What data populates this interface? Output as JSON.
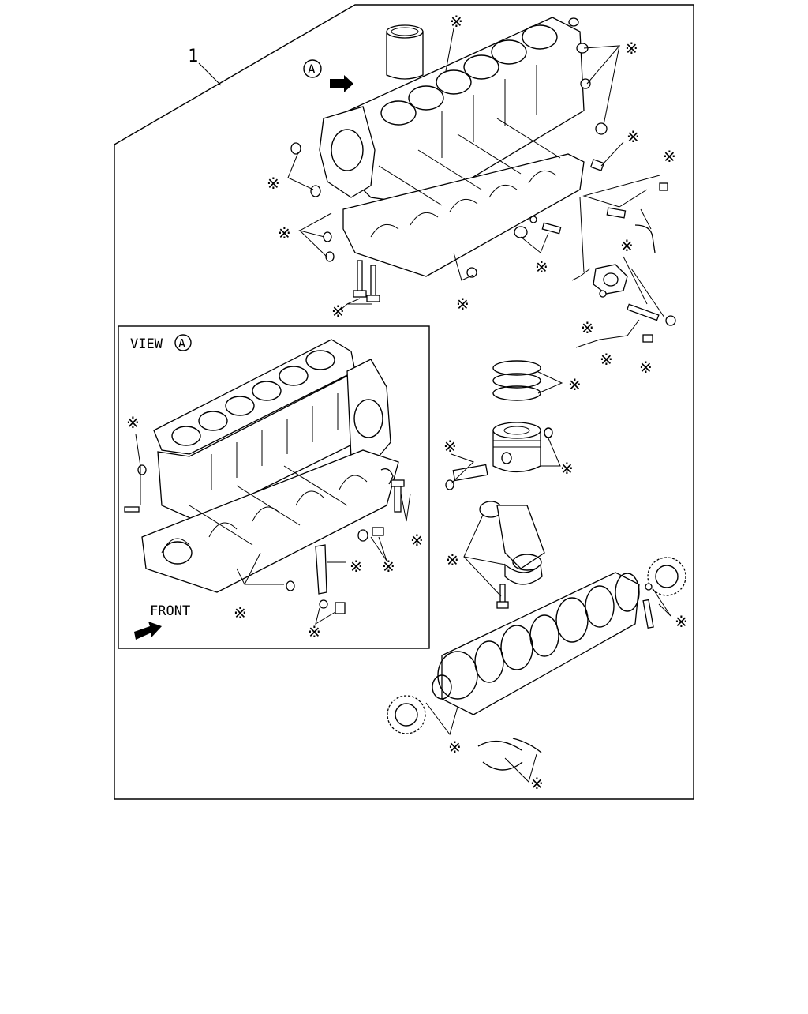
{
  "diagram": {
    "item_number": "1",
    "view_marker": "A",
    "view_label": "VIEW",
    "front_label": "FRONT",
    "asterisk": "※",
    "colors": {
      "line": "#000000",
      "background": "#ffffff"
    }
  }
}
